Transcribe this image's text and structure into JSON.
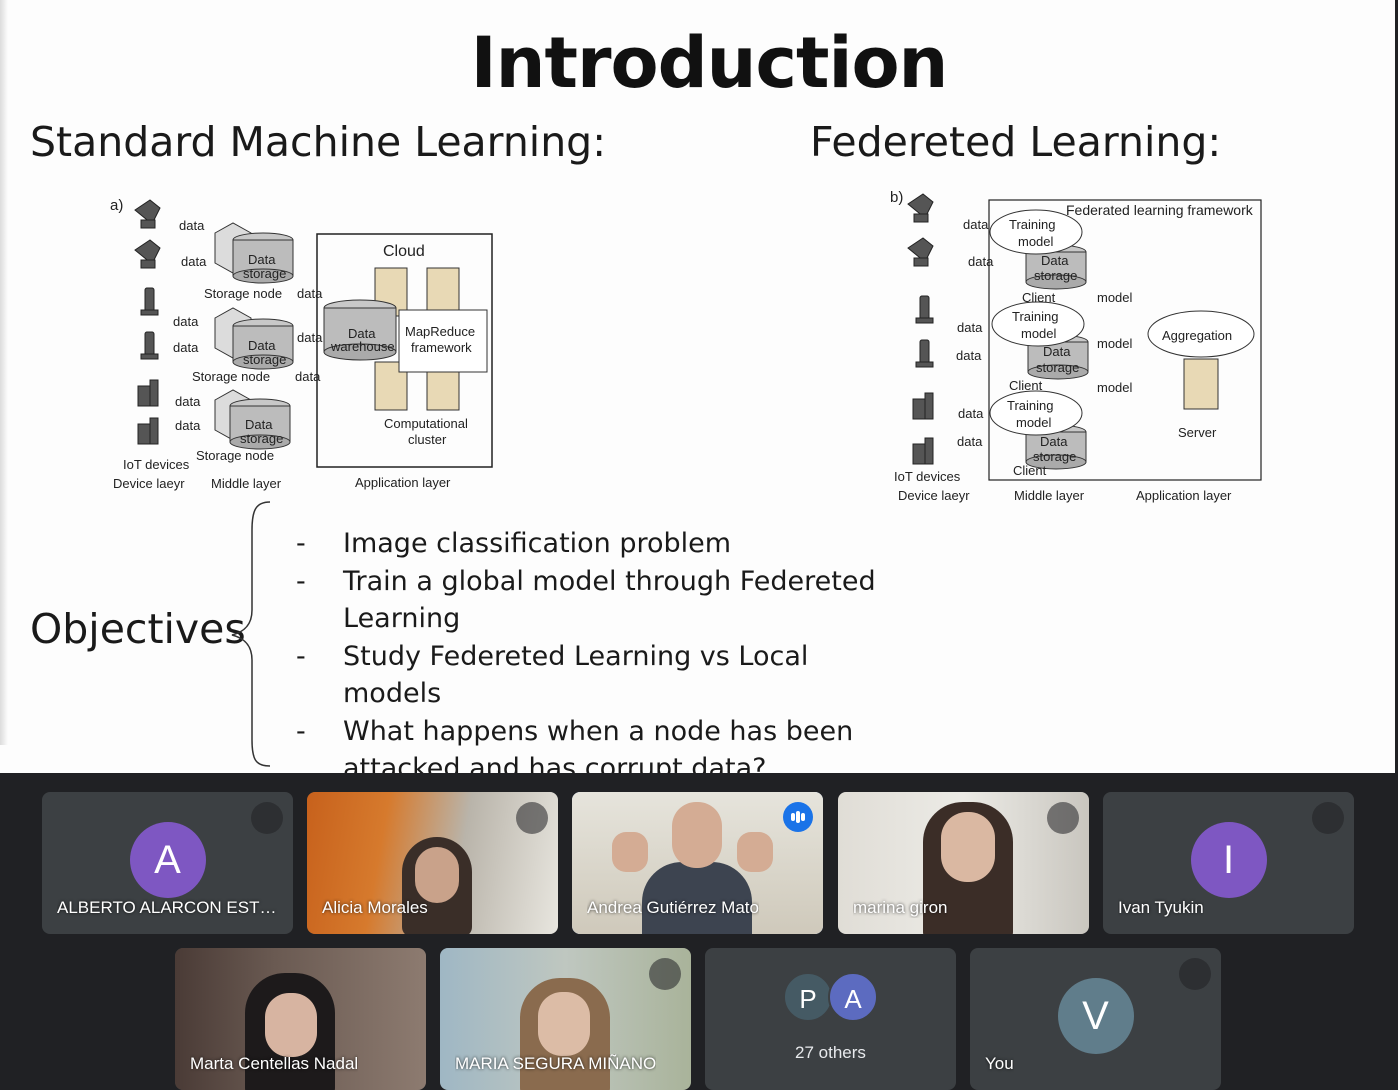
{
  "slide": {
    "title": "Introduction",
    "left_heading": "Standard Machine Learning:",
    "right_heading": "Federeted Learning:",
    "objectives_label": "Objectives",
    "bullets": [
      "Image classification problem",
      "Train a global model through Federeted Learning",
      "Study Federeted Learning vs Local models",
      "What happens when a node has been attacked and has corrupt data?"
    ],
    "diagram_a": {
      "panel": "a)",
      "data": "data",
      "data_storage_1": "Data",
      "data_storage_2": "storage",
      "storage_node": "Storage node",
      "cloud": "Cloud",
      "warehouse_1": "Data",
      "warehouse_2": "warehouse",
      "mapreduce_1": "MapReduce",
      "mapreduce_2": "framework",
      "cluster_1": "Computational",
      "cluster_2": "cluster",
      "iot": "IoT devices",
      "device_layer": "Device laeyr",
      "middle_layer": "Middle layer",
      "app_layer": "Application layer"
    },
    "diagram_b": {
      "panel": "b)",
      "framework": "Federated learning framework",
      "data": "data",
      "training_1": "Training",
      "training_2": "model",
      "data_storage_1": "Data",
      "data_storage_2": "storage",
      "client": "Client",
      "model": "model",
      "aggregation": "Aggregation",
      "server": "Server",
      "iot": "IoT devices",
      "device_layer": "Device laeyr",
      "middle_layer": "Middle layer",
      "app_layer": "Application layer"
    }
  },
  "participants": [
    {
      "name": "ALBERTO ALARCON ESTE...",
      "initial": "A"
    },
    {
      "name": "Alicia Morales"
    },
    {
      "name": "Andrea Gutiérrez Mato"
    },
    {
      "name": "marina giron"
    },
    {
      "name": "Ivan Tyukin",
      "initial": "I"
    },
    {
      "name": "Marta Centellas Nadal"
    },
    {
      "name": "MARIA SEGURA MIÑANO"
    },
    {
      "label": "27 others",
      "initials": [
        "P",
        "A"
      ]
    },
    {
      "name": "You",
      "initial": "V"
    }
  ],
  "colors": {
    "tile_bg": "#3c4043",
    "active_outline": "#8ab4f8",
    "speaking": "#1a73e8",
    "avatar_purple": "#7e57c2",
    "avatar_grey": "#607d8b"
  },
  "icons": [
    "pin-icon",
    "speaking-indicator-icon"
  ]
}
